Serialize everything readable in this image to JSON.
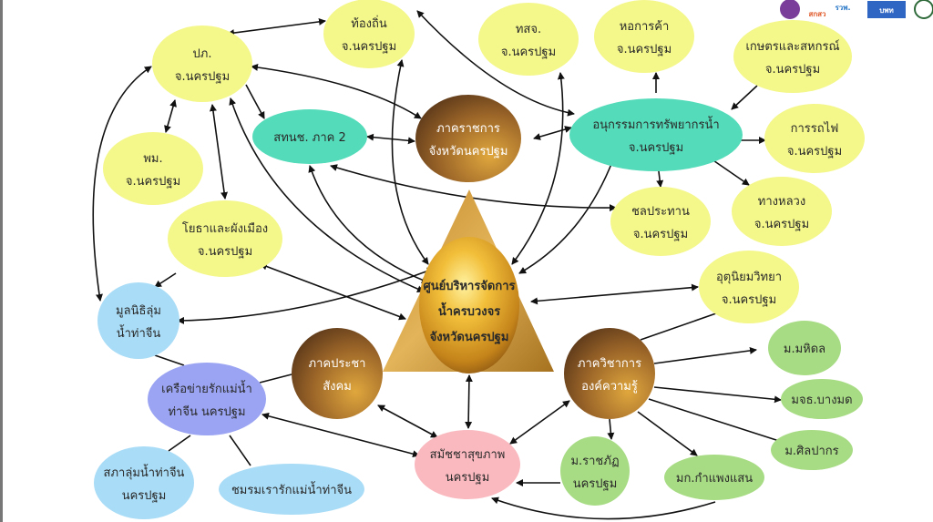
{
  "logos": {
    "logo1": "",
    "logo2": "สกสว",
    "logo3": "รวพ.",
    "logo4": "บพท",
    "logo5": ""
  },
  "center": {
    "line1": "ศูนย์บริหารจัดการ",
    "line2": "น้ำครบวงจร",
    "line3": "จังหวัดนครปฐม"
  },
  "nodes": {
    "pp": {
      "l1": "ปภ.",
      "l2": "จ.นครปฐม"
    },
    "local": {
      "l1": "ท้องถิ่น",
      "l2": "จ.นครปฐม"
    },
    "tsj": {
      "l1": "ทสจ.",
      "l2": "จ.นครปฐม"
    },
    "chamber": {
      "l1": "หอการค้า",
      "l2": "จ.นครปฐม"
    },
    "agri": {
      "l1": "เกษตรและสหกรณ์",
      "l2": "จ.นครปฐม"
    },
    "onwr": {
      "l1": "สทนช. ภาค 2"
    },
    "gov": {
      "l1": "ภาคราชการ",
      "l2": "จังหวัดนครปฐม"
    },
    "subcom": {
      "l1": "อนุกรรมการทรัพยากรน้ำ",
      "l2": "จ.นครปฐม"
    },
    "rail": {
      "l1": "การรถไฟ",
      "l2": "จ.นครปฐม"
    },
    "pm": {
      "l1": "พม.",
      "l2": "จ.นครปฐม"
    },
    "yotha": {
      "l1": "โยธาและผังเมือง",
      "l2": "จ.นครปฐม"
    },
    "irrig": {
      "l1": "ชลประทาน",
      "l2": "จ.นครปฐม"
    },
    "highway": {
      "l1": "ทางหลวง",
      "l2": "จ.นครปฐม"
    },
    "found": {
      "l1": "มูลนิธิลุ่ม",
      "l2": "น้ำท่าจีน"
    },
    "meteo": {
      "l1": "อุตุนิยมวิทยา",
      "l2": "จ.นครปฐม"
    },
    "civil": {
      "l1": "ภาคประชา",
      "l2": "สังคม"
    },
    "academic": {
      "l1": "ภาควิชาการ",
      "l2": "องค์ความรู้"
    },
    "mahidol": {
      "l1": "ม.มหิดล"
    },
    "kmutt": {
      "l1": "มจธ.บางมด"
    },
    "silpakorn": {
      "l1": "ม.ศิลปากร"
    },
    "network": {
      "l1": "เครือข่ายรักแม่น้ำ",
      "l2": "ท่าจีน นครปฐม"
    },
    "assembly": {
      "l1": "สมัชชาสุขภาพ",
      "l2": "นครปฐม"
    },
    "rajabhat": {
      "l1": "ม.ราชภัฏ",
      "l2": "นครปฐม"
    },
    "ku": {
      "l1": "มก.กำแพงแสน"
    },
    "council": {
      "l1": "สภาลุ่มน้ำท่าจีน",
      "l2": "นครปฐม"
    },
    "club": {
      "l1": "ชมรมเรารักแม่น้ำท่าจีน"
    }
  },
  "colors": {
    "yellow": "#f4f78a",
    "teal": "#54dbb9",
    "blue": "#a9dcf6",
    "purple": "#9aa4f2",
    "pink": "#f9b9bf",
    "green": "#a8dc84",
    "brown": "#9b6a2c",
    "gold": "#d9a03a"
  }
}
